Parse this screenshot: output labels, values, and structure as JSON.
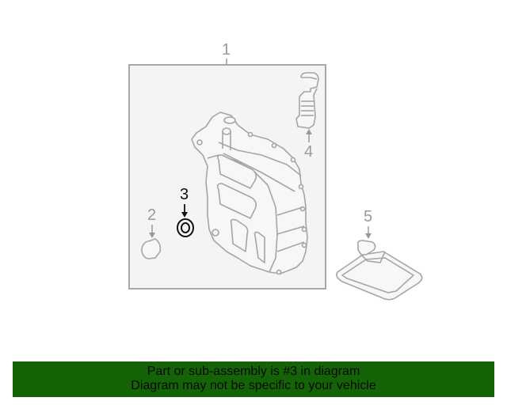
{
  "diagram": {
    "callouts": [
      {
        "id": "1",
        "label": "1",
        "highlighted": false
      },
      {
        "id": "2",
        "label": "2",
        "highlighted": false
      },
      {
        "id": "3",
        "label": "3",
        "highlighted": true
      },
      {
        "id": "4",
        "label": "4",
        "highlighted": false
      },
      {
        "id": "5",
        "label": "5",
        "highlighted": false
      }
    ],
    "colors": {
      "line": "#9a9a9a",
      "highlight": "#111111",
      "box_fill": "#f4f4f4",
      "box_border": "#a8a8a8"
    }
  },
  "banner": {
    "line1": "Part or sub-assembly is #3 in diagram",
    "line2": "Diagram may not be specific to your vehicle",
    "background": "#156307"
  }
}
